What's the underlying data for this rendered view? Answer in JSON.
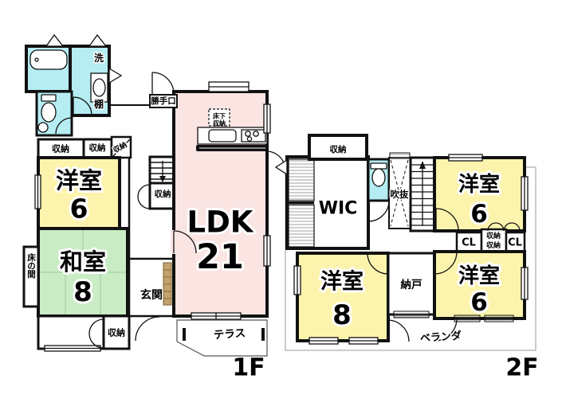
{
  "f1": {
    "floor_label": "1F",
    "wash_label": "洗",
    "shelf_label": "棚",
    "closet_a": "収納",
    "closet_b": "収納",
    "closet_c": "収納",
    "western_room": {
      "name": "洋室",
      "size": "6"
    },
    "japanese_room": {
      "name": "和室",
      "size": "8"
    },
    "tokonoma": "床の間",
    "back_door": "勝手口",
    "underfloor_line1": "床下",
    "underfloor_line2": "収納",
    "ldk": {
      "name": "LDK",
      "size": "21"
    },
    "stair_closet": "収納",
    "entrance": "玄関",
    "south_closet": "収納",
    "terrace": "テラス"
  },
  "f2": {
    "floor_label": "2F",
    "top_closet": "収納",
    "wic": "WIC",
    "atrium": "吹抜",
    "western_room_ne": {
      "name": "洋室",
      "size": "6"
    },
    "cl_left": "CL",
    "cl_right": "CL",
    "mid_closet_line1": "収納",
    "mid_closet_line2": "収納",
    "western_room_sw": {
      "name": "洋室",
      "size": "8"
    },
    "storeroom": "納戸",
    "western_room_se": {
      "name": "洋室",
      "size": "6"
    },
    "veranda": "ベランダ"
  },
  "colors": {
    "wall": "#111111",
    "water_cyan": "#b5edf3",
    "room_yellow": "#fcf4ad",
    "tatami_green": "#c9ecc4",
    "ldk_pink": "#fbe5e3",
    "wood_brown": "#c2a36b"
  }
}
